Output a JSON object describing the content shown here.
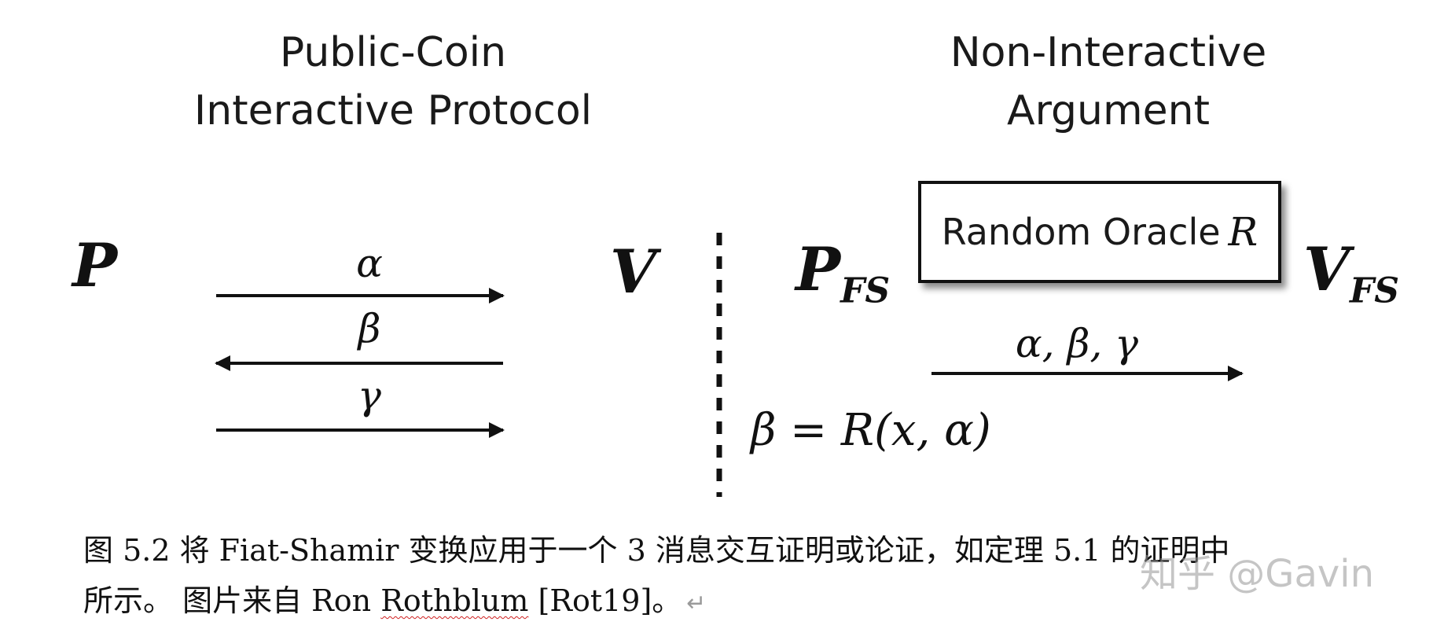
{
  "headings": {
    "left_line1": "Public-Coin",
    "left_line2": "Interactive Protocol",
    "right_line1": "Non-Interactive",
    "right_line2": "Argument"
  },
  "parties": {
    "prover": "P",
    "verifier": "V",
    "fs_prover": "P",
    "fs_verifier": "V",
    "fs_subscript": "FS"
  },
  "messages": {
    "alpha": "α",
    "beta": "β",
    "gamma": "γ",
    "combined": "α, β, γ"
  },
  "oracle": {
    "label": "Random Oracle",
    "variable": "R"
  },
  "equation": "β = R(x, α)",
  "caption": {
    "line1": "图 5.2  将 Fiat-Shamir 变换应用于一个 3 消息交互证明或论证，如定理 5.1 的证明中",
    "line2_before": "所示。  图片来自 Ron ",
    "line2_underlined": "Rothblum",
    "line2_after": " [Rot19]。",
    "return_symbol": "↵"
  },
  "watermark": "知乎 @Gavin"
}
